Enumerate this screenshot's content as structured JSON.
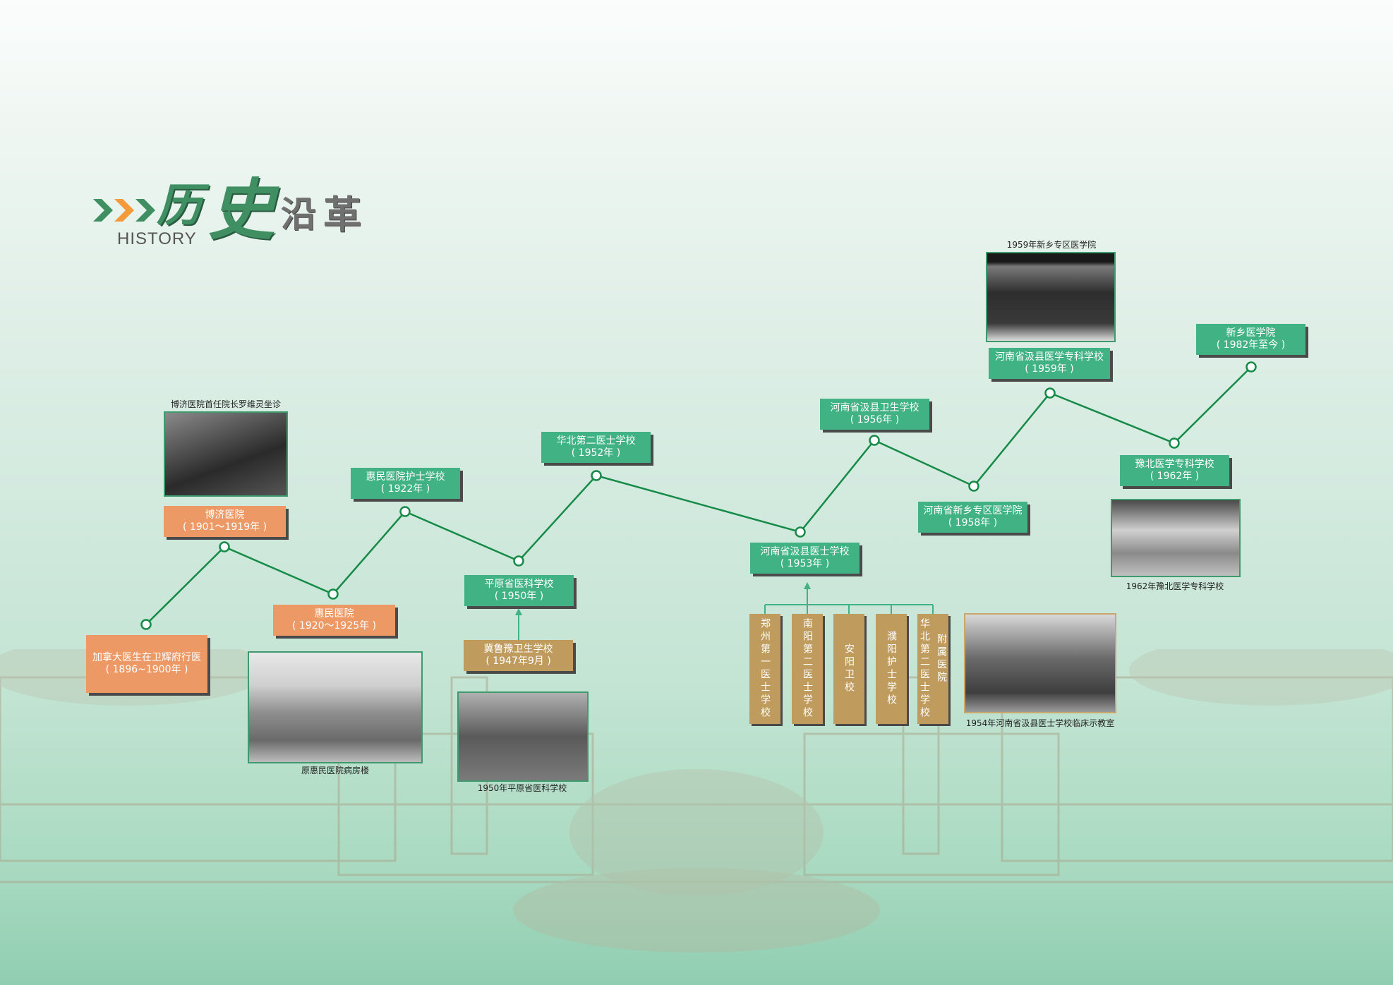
{
  "header": {
    "title_chars": [
      "历",
      "史",
      "沿",
      "革"
    ],
    "subtitle": "HISTORY",
    "chevron_colors": [
      "#3f8f63",
      "#f39a3d",
      "#3f8f63"
    ]
  },
  "colors": {
    "line": "#168a47",
    "node_fill": "#ffffff",
    "box_green": "#41b283",
    "box_orange": "#ec9966",
    "box_tan": "#bf9b5d",
    "title_green": "#3f8f63",
    "title_gray": "#707070"
  },
  "timeline": [
    {
      "name": "加拿大医生在卫辉府行医",
      "period": "( 1896~1900年 )",
      "color": "orange"
    },
    {
      "name": "博济医院",
      "period": "( 1901～1919年 )",
      "color": "orange"
    },
    {
      "name": "惠民医院",
      "period": "( 1920～1925年 )",
      "color": "orange"
    },
    {
      "name": "惠民医院护士学校",
      "period": "( 1922年 )",
      "color": "green"
    },
    {
      "name": "平原省医科学校",
      "period": "( 1950年 )",
      "color": "green"
    },
    {
      "name": "华北第二医士学校",
      "period": "( 1952年 )",
      "color": "green"
    },
    {
      "name": "河南省汲县医士学校",
      "period": "( 1953年 )",
      "color": "green"
    },
    {
      "name": "河南省汲县卫生学校",
      "period": "( 1956年 )",
      "color": "green"
    },
    {
      "name": "河南省新乡专区医学院",
      "period": "( 1958年 )",
      "color": "green"
    },
    {
      "name": "河南省汲县医学专科学校",
      "period": "( 1959年 )",
      "color": "green"
    },
    {
      "name": "豫北医学专科学校",
      "period": "( 1962年 )",
      "color": "green"
    },
    {
      "name": "新乡医学院",
      "period": "( 1982年至今 )",
      "color": "green"
    }
  ],
  "feeders": {
    "predecessor_1950": {
      "name": "冀鲁豫卫生学校",
      "period": "( 1947年9月 )"
    },
    "merged_1953": [
      {
        "cols": [
          "郑州第一医士学校"
        ]
      },
      {
        "cols": [
          "南阳第二医士学校"
        ]
      },
      {
        "cols": [
          "安阳卫校"
        ]
      },
      {
        "cols": [
          "濮阳护士学校"
        ]
      },
      {
        "cols": [
          "华北第二医士学校",
          "附属医院"
        ]
      }
    ]
  },
  "photos": [
    {
      "caption": "博济医院首任院长罗维灵坐诊"
    },
    {
      "caption": "原惠民医院病房楼"
    },
    {
      "caption": "1950年平原省医科学校"
    },
    {
      "caption": "1954年河南省汲县医士学校临床示教室"
    },
    {
      "caption": "1959年新乡专区医学院"
    },
    {
      "caption": "1962年豫北医学专科学校"
    }
  ]
}
